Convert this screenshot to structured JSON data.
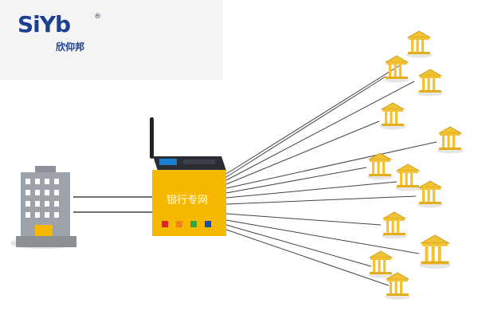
{
  "logo": {
    "brand": "SiYb",
    "reg_mark": "®",
    "cn_name": "欣仰邦"
  },
  "device": {
    "label": "银行专网",
    "led_colors": [
      "#d62828",
      "#f07f1c",
      "#3aa635",
      "#1d4fa0"
    ],
    "body_color": "#f7b800"
  },
  "colors": {
    "line": "#444444",
    "building": "#9ea3a9",
    "bank": "#f2c233"
  },
  "branches": {
    "count": 12
  }
}
